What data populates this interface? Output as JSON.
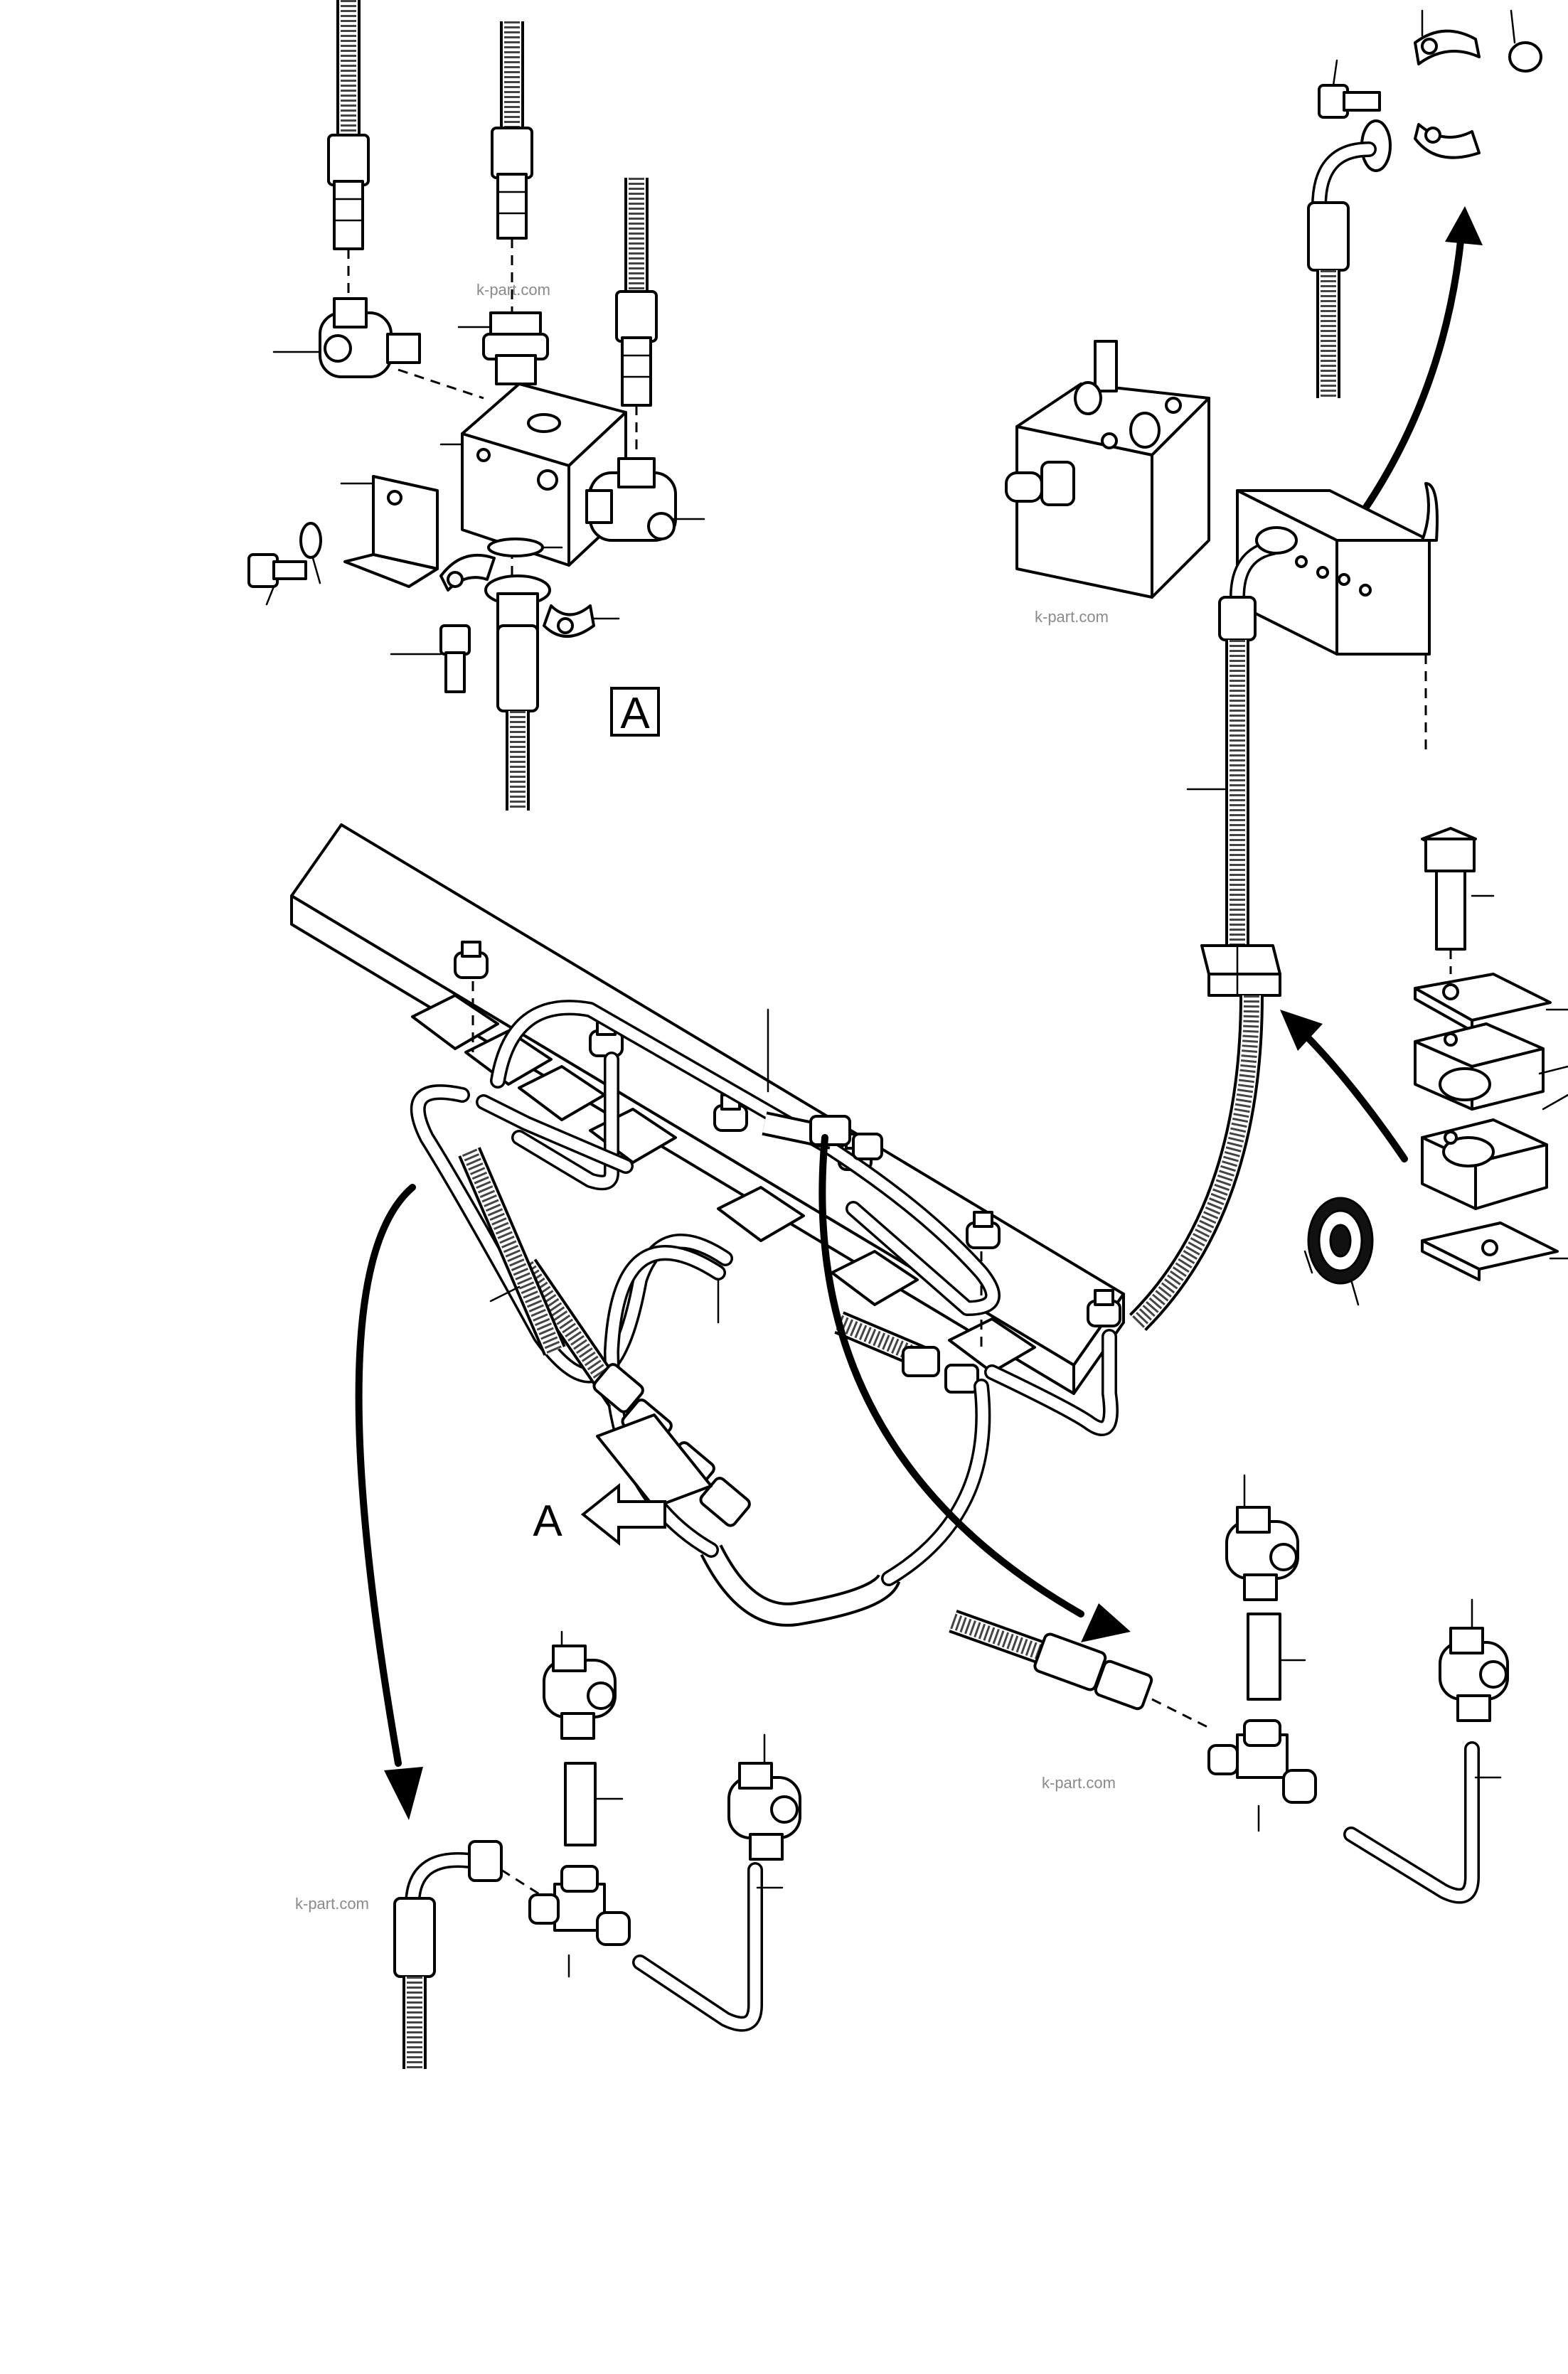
{
  "view_labels": {
    "detail_box": "A",
    "pointer": "A"
  },
  "watermarks": [
    {
      "text": "k-part.com"
    },
    {
      "text": "k-part.com"
    },
    {
      "text": "k-part.com"
    },
    {
      "text": "k-part.com"
    }
  ]
}
